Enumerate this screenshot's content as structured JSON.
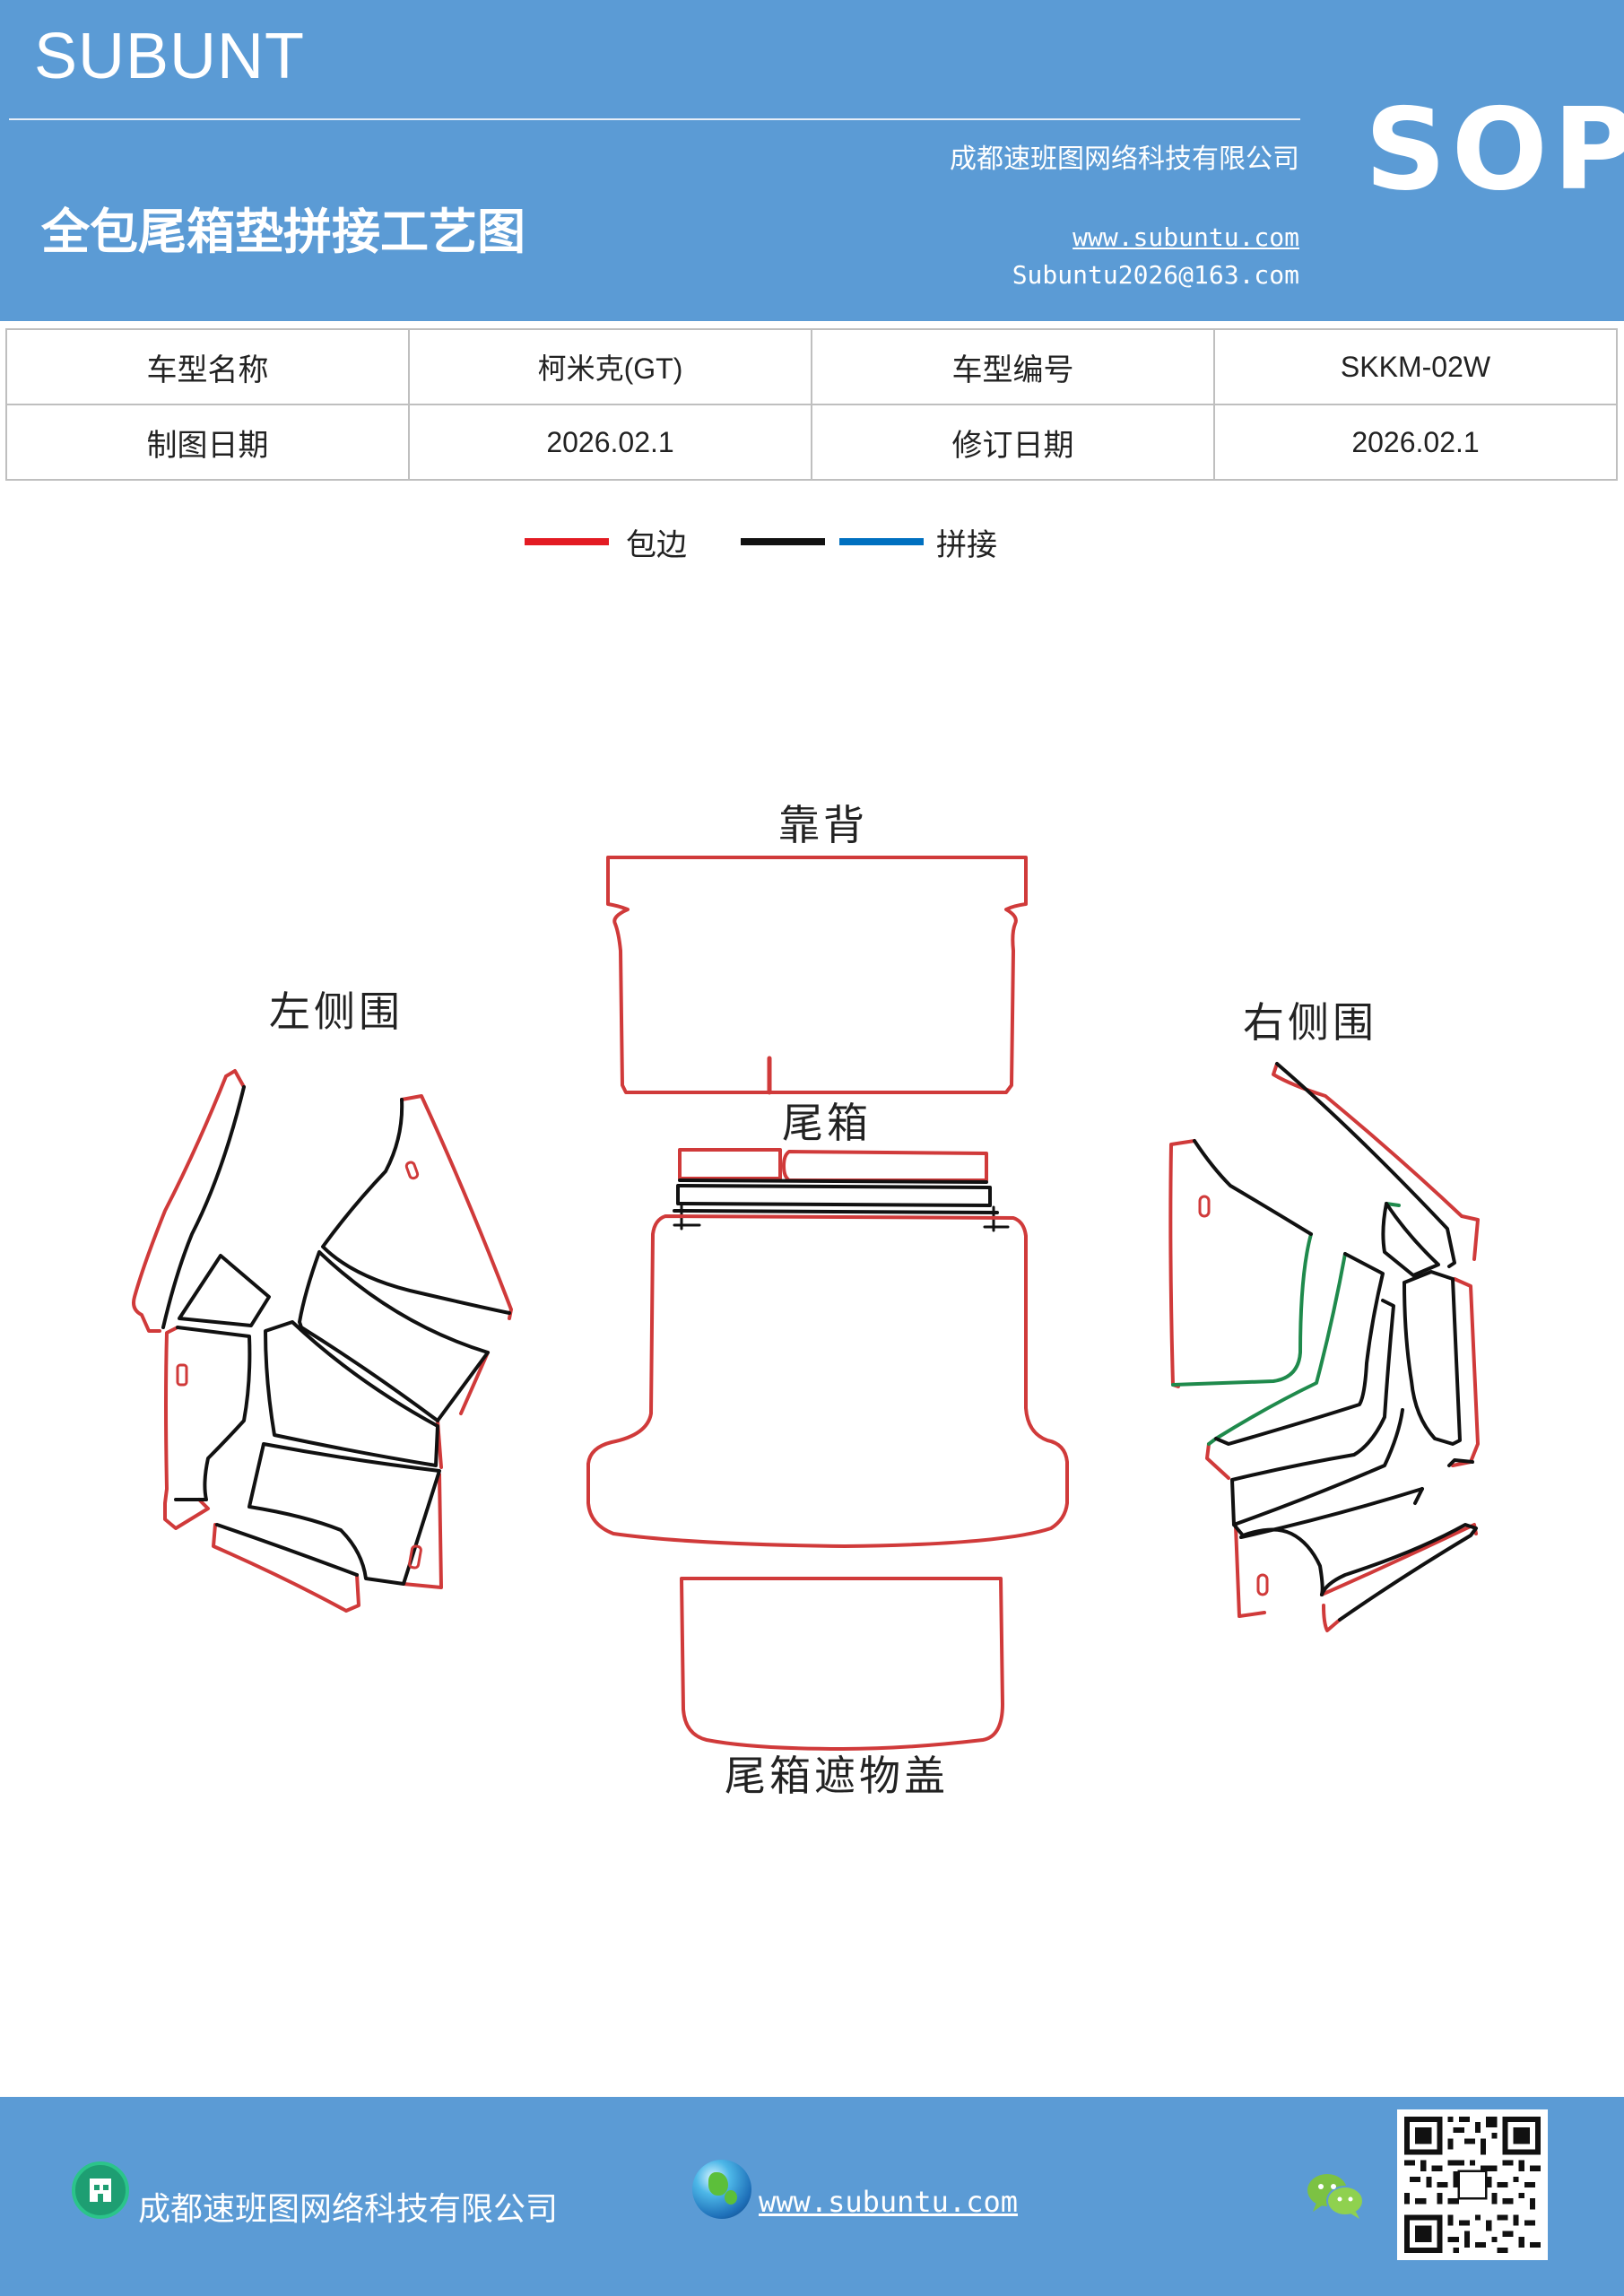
{
  "header": {
    "brand": "SUBUNT",
    "company": "成都速班图网络科技有限公司",
    "title": "全包尾箱垫拼接工艺图",
    "website": "www.subuntu.com",
    "email": "Subuntu2026@163.com",
    "badge": "SOP"
  },
  "info_table": {
    "rows": [
      [
        "车型名称",
        "柯米克(GT)",
        "车型编号",
        "SKKM-02W"
      ],
      [
        "制图日期",
        "2026.02.1",
        "修订日期",
        "2026.02.1"
      ]
    ]
  },
  "legend": {
    "items": [
      {
        "label": "包边",
        "color": "#e31b23"
      },
      {
        "label": "",
        "color": "#111111"
      },
      {
        "label": "拼接",
        "color": "#0070c0"
      }
    ]
  },
  "diagram": {
    "labels": {
      "backrest": "靠背",
      "left_side": "左侧围",
      "right_side": "右侧围",
      "trunk": "尾箱",
      "cover": "尾箱遮物盖"
    },
    "colors": {
      "edge": "#d03a3a",
      "seam": "#111111",
      "green_seam": "#1f8a4c"
    }
  },
  "footer": {
    "company": "成都速班图网络科技有限公司",
    "website": "www.subuntu.com",
    "icons": [
      "building-icon",
      "globe-icon",
      "wechat-icon",
      "qr-code"
    ]
  }
}
